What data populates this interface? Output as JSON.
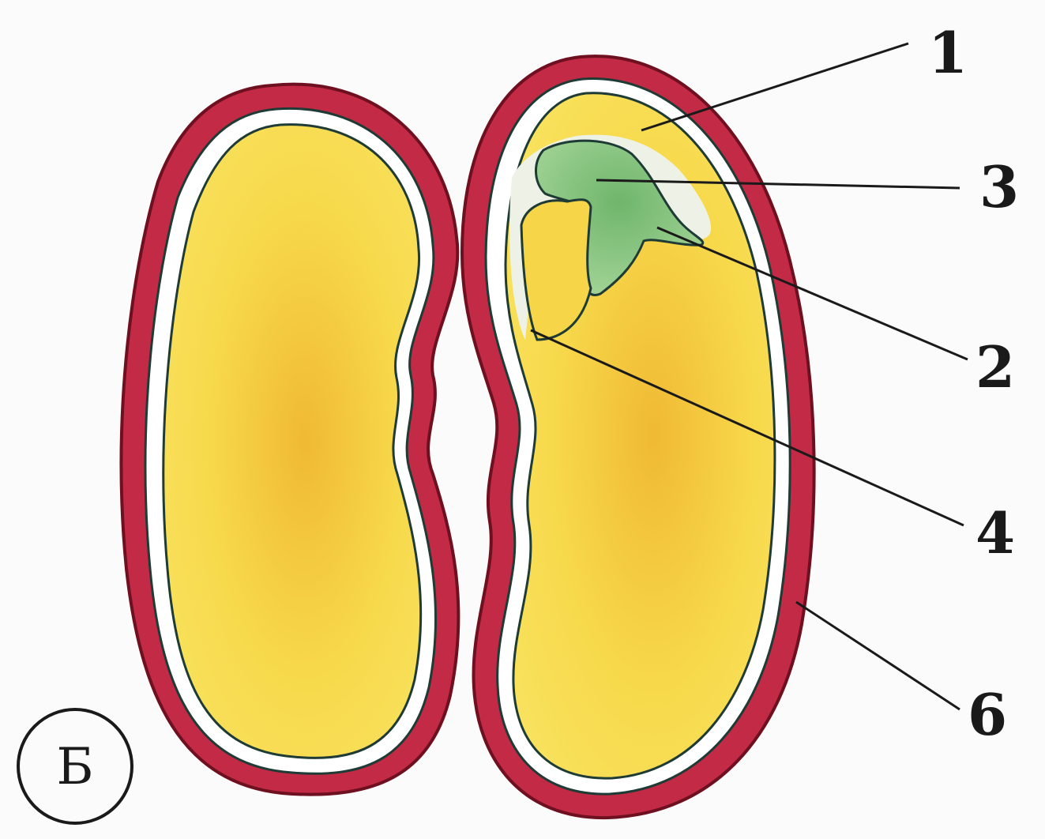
{
  "figure": {
    "panel_label": "Б",
    "callouts": [
      {
        "id": "1",
        "label": "1"
      },
      {
        "id": "3",
        "label": "3"
      },
      {
        "id": "2",
        "label": "2"
      },
      {
        "id": "4",
        "label": "4"
      },
      {
        "id": "6",
        "label": "6"
      }
    ],
    "colors": {
      "seed_coat": "#b01e38",
      "cotyledon": "#f3d23a",
      "plumule": "#8cc48a",
      "radicle": "#f3d23a",
      "outline": "#1f3b35",
      "leader_line": "#1a1a1a"
    }
  }
}
